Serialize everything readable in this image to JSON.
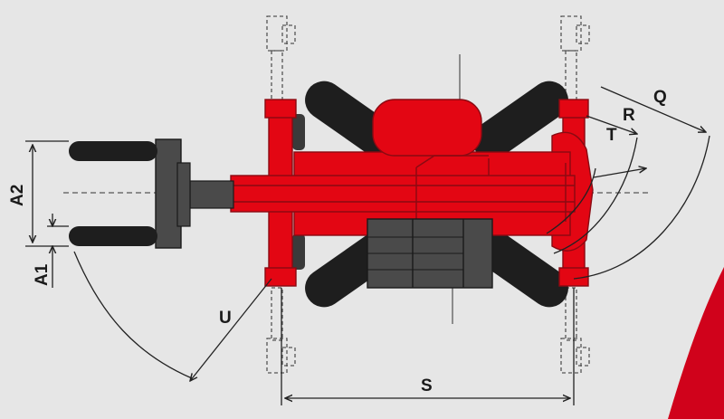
{
  "labels": {
    "q": "Q",
    "r": "R",
    "t": "T",
    "a2": "A2",
    "a1": "A1",
    "u": "U",
    "s": "S"
  },
  "colors": {
    "background": "#e6e6e6",
    "machine_red": "#e30613",
    "dark_red": "#8a0a12",
    "tyre_black": "#1e1e1e",
    "fork_gray": "#4a4a4a",
    "dimension_line": "#222222",
    "accent_stripe": "#d0021b"
  }
}
